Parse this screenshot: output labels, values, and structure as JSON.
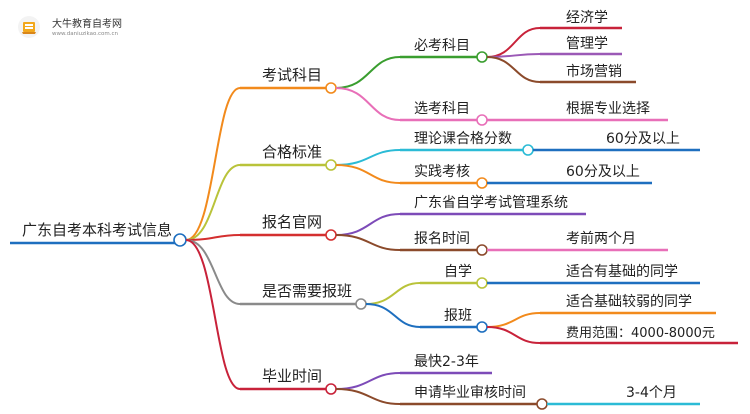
{
  "brand": {
    "name": "大牛教育自考网",
    "url": "www.daniuzikao.com.cn"
  },
  "mindmap": {
    "root": "广东自考本科考试信息",
    "branches": [
      {
        "label": "考试科目",
        "color": "#f28a1c",
        "children": [
          {
            "label": "必考科目",
            "color": "#3a9e2f",
            "leaves": [
              {
                "label": "经济学",
                "color": "#c8223a"
              },
              {
                "label": "管理学",
                "color": "#9b59b6"
              },
              {
                "label": "市场营销",
                "color": "#8b4a2b"
              }
            ]
          },
          {
            "label": "选考科目",
            "color": "#e86fb8",
            "leaves": [
              {
                "label": "根据专业选择",
                "color": "#e86fb8"
              }
            ]
          }
        ]
      },
      {
        "label": "合格标准",
        "color": "#b9c33a",
        "children": [
          {
            "label": "理论课合格分数",
            "color": "#2bbbd6",
            "leaves": [
              {
                "label": "60分及以上",
                "color": "#1e6fbf"
              }
            ]
          },
          {
            "label": "实践考核",
            "color": "#f28a1c",
            "leaves": [
              {
                "label": "60分及以上",
                "color": "#1e6fbf"
              }
            ]
          }
        ]
      },
      {
        "label": "报名官网",
        "color": "#d42f2f",
        "children": [
          {
            "label": "广东省自学考试管理系统",
            "color": "#7d4bb8",
            "leaves": []
          },
          {
            "label": "报名时间",
            "color": "#8b4a2b",
            "leaves": [
              {
                "label": "考前两个月",
                "color": "#e86fb8"
              }
            ]
          }
        ]
      },
      {
        "label": "是否需要报班",
        "color": "#8a8a8a",
        "children": [
          {
            "label": "自学",
            "color": "#b9c33a",
            "leaves": [
              {
                "label": "适合有基础的同学",
                "color": "#1e6fbf"
              }
            ]
          },
          {
            "label": "报班",
            "color": "#1e6fbf",
            "leaves": [
              {
                "label": "适合基础较弱的同学",
                "color": "#f28a1c"
              },
              {
                "label": "费用范围：4000-8000元",
                "color": "#c8223a"
              }
            ]
          }
        ]
      },
      {
        "label": "毕业时间",
        "color": "#c8223a",
        "children": [
          {
            "label": "最快2-3年",
            "color": "#7d4bb8",
            "leaves": []
          },
          {
            "label": "申请毕业审核时间",
            "color": "#8b4a2b",
            "leaves": [
              {
                "label": "3-4个月",
                "color": "#2bbbd6"
              }
            ]
          }
        ]
      }
    ]
  }
}
